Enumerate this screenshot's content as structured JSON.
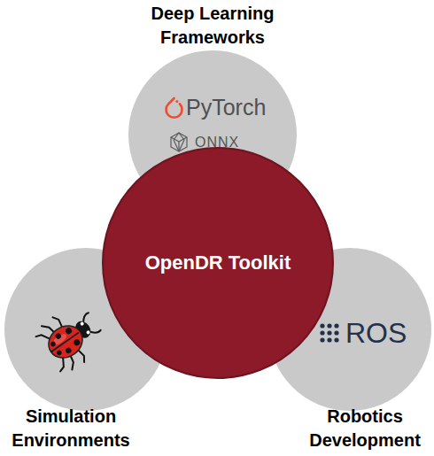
{
  "diagram": {
    "nodes": [
      {
        "text": [
          "Deep Learning Frameworks",
          "PyTorch",
          "ONNX"
        ]
      },
      {
        "text": [
          "OpenDR Toolkit"
        ]
      },
      {
        "text": [
          "Simulation Environments"
        ]
      },
      {
        "text": [
          "Robotics Development",
          "ROS"
        ]
      }
    ]
  }
}
